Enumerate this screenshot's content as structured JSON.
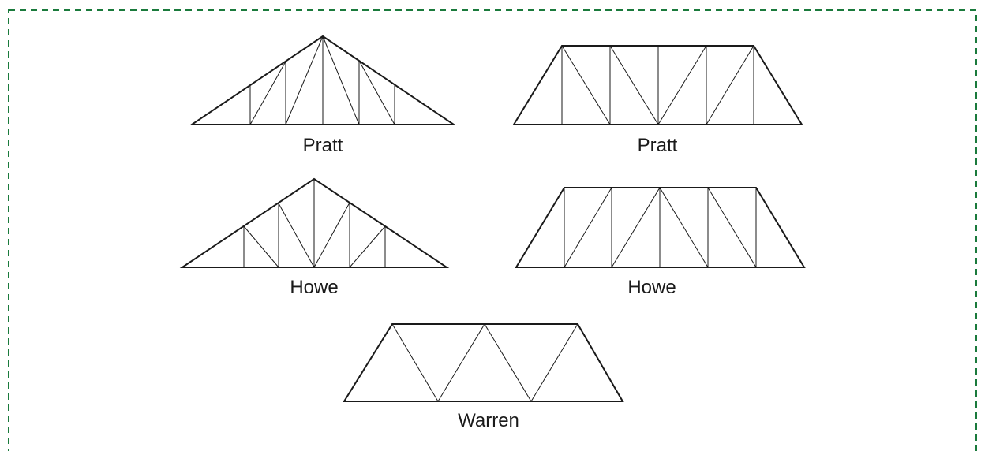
{
  "diagram": {
    "trusses": [
      {
        "label": "Pratt",
        "shape": "triangular",
        "web_pattern": "pratt"
      },
      {
        "label": "Pratt",
        "shape": "trapezoidal",
        "web_pattern": "pratt"
      },
      {
        "label": "Howe",
        "shape": "triangular",
        "web_pattern": "howe"
      },
      {
        "label": "Howe",
        "shape": "trapezoidal",
        "web_pattern": "howe"
      },
      {
        "label": "Warren",
        "shape": "trapezoidal",
        "web_pattern": "warren"
      }
    ]
  },
  "colors": {
    "frame_border": "#1a7a3c",
    "lines": "#1a1a1a",
    "background": "#ffffff"
  }
}
